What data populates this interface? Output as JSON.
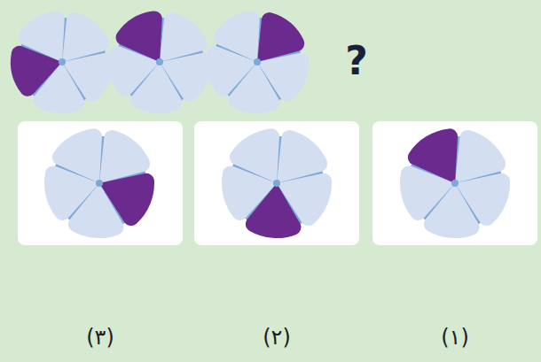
{
  "diagram": {
    "labels": [
      "?",
      "(۳)",
      "(۲)",
      "(۱)"
    ]
  }
}
